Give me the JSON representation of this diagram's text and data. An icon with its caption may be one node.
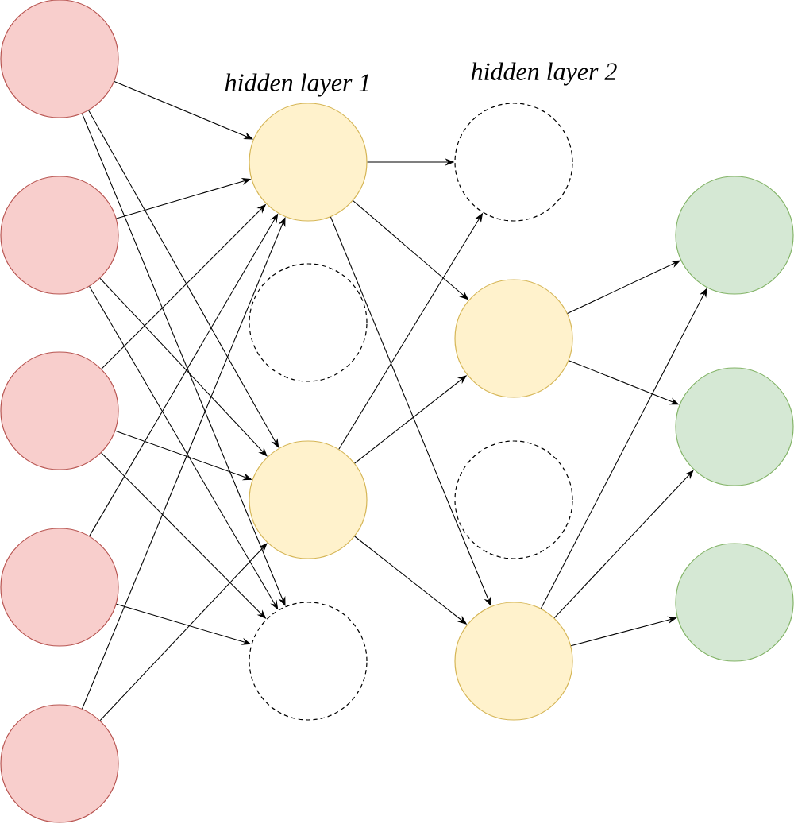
{
  "diagram": {
    "nodes": [
      {
        "text": [],
        "shape": "circle"
      },
      {
        "text": [],
        "shape": "circle"
      },
      {
        "text": [],
        "shape": "circle"
      },
      {
        "text": [],
        "shape": "circle"
      },
      {
        "text": [],
        "shape": "circle"
      },
      {
        "text": [],
        "shape": "circle"
      },
      {
        "text": [],
        "shape": "circle"
      },
      {
        "text": [],
        "shape": "circle"
      },
      {
        "text": [],
        "shape": "circle"
      },
      {
        "text": [],
        "shape": "circle"
      },
      {
        "text": [],
        "shape": "circle"
      },
      {
        "text": [],
        "shape": "circle"
      },
      {
        "text": [],
        "shape": "circle"
      },
      {
        "text": [],
        "shape": "circle"
      },
      {
        "text": [],
        "shape": "circle"
      },
      {
        "text": [],
        "shape": "circle"
      }
    ],
    "edges": [
      {
        "from": 0,
        "to": 5,
        "arrow": "to"
      },
      {
        "from": 0,
        "to": 7,
        "arrow": "to"
      },
      {
        "from": 0,
        "to": 8,
        "arrow": "to"
      },
      {
        "from": 1,
        "to": 5,
        "arrow": "to"
      },
      {
        "from": 1,
        "to": 7,
        "arrow": "to"
      },
      {
        "from": 1,
        "to": 8,
        "arrow": "to"
      },
      {
        "from": 2,
        "to": 5,
        "arrow": "to"
      },
      {
        "from": 2,
        "to": 7,
        "arrow": "to"
      },
      {
        "from": 2,
        "to": 8,
        "arrow": "to"
      },
      {
        "from": 3,
        "to": 5,
        "arrow": "to"
      },
      {
        "from": 3,
        "to": 8,
        "arrow": "to"
      },
      {
        "from": 4,
        "to": 5,
        "arrow": "to"
      },
      {
        "from": 4,
        "to": 7,
        "arrow": "to"
      },
      {
        "from": 5,
        "to": 9,
        "arrow": "to"
      },
      {
        "from": 5,
        "to": 10,
        "arrow": "to"
      },
      {
        "from": 5,
        "to": 12,
        "arrow": "to"
      },
      {
        "from": 7,
        "to": 9,
        "arrow": "to"
      },
      {
        "from": 7,
        "to": 10,
        "arrow": "to"
      },
      {
        "from": 7,
        "to": 12,
        "arrow": "to"
      },
      {
        "from": 10,
        "to": 13,
        "arrow": "to"
      },
      {
        "from": 10,
        "to": 14,
        "arrow": "to"
      },
      {
        "from": 12,
        "to": 13,
        "arrow": "to"
      },
      {
        "from": 12,
        "to": 14,
        "arrow": "to"
      },
      {
        "from": 12,
        "to": 15,
        "arrow": "to"
      }
    ],
    "labels": [
      "hidden layer 1",
      "hidden layer 2"
    ]
  }
}
